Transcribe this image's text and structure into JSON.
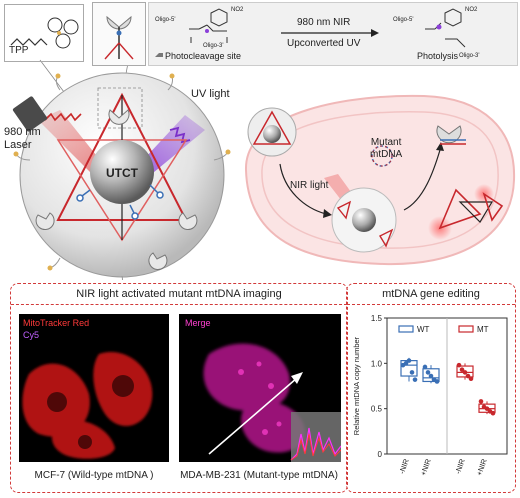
{
  "top": {
    "tpp": "TPP",
    "laser": "980 nm\nLaser",
    "uv_light": "UV light",
    "utct": "UTCT",
    "oligo5": "Oligo-5'",
    "oligo3": "Oligo-3'",
    "no2": "NO2",
    "photocleavage": "Photocleavage site",
    "arrow_top": "980 nm NIR",
    "arrow_bottom": "Upconverted UV",
    "photolysis": "Photolysis"
  },
  "mito": {
    "nir_light": "NIR light",
    "mutant_mtdna": "Mutant\nmtDNA"
  },
  "imaging": {
    "title": "NIR light activated mutant mtDNA imaging",
    "mitotracker": "MitoTracker Red",
    "cy5": "Cy5",
    "merge": "Merge",
    "caption_left": "MCF-7 (Wild-type mtDNA )",
    "caption_right": "MDA-MB-231 (Mutant-type mtDNA)"
  },
  "editing": {
    "title": "mtDNA gene editing"
  },
  "colors": {
    "red": "#c8282d",
    "blue": "#3a6fb5",
    "purple": "#8b3fd9",
    "dashed": "#d23a3a"
  },
  "chart_data": {
    "type": "box",
    "ylabel": "Relative mtDNA copy number",
    "ylim": [
      0,
      1.5
    ],
    "yticks": [
      "0",
      "0.5",
      "1.0",
      "1.5"
    ],
    "categories": [
      "-NIR",
      "+NIR",
      "-NIR",
      "+NIR"
    ],
    "series": [
      {
        "name": "WT",
        "color": "#3a6fb5",
        "groups": [
          {
            "points": [
              0.98,
              1.0,
              1.03,
              0.9,
              0.82
            ],
            "min": 0.8,
            "q1": 0.86,
            "median": 0.98,
            "q3": 1.03,
            "max": 1.06
          },
          {
            "points": [
              0.96,
              0.9,
              0.86,
              0.82,
              0.8
            ],
            "min": 0.78,
            "q1": 0.8,
            "median": 0.84,
            "q3": 0.94,
            "max": 0.98
          }
        ]
      },
      {
        "name": "MT",
        "color": "#c8282d",
        "groups": [
          {
            "points": [
              0.98,
              0.93,
              0.9,
              0.86,
              0.83
            ],
            "min": 0.82,
            "q1": 0.85,
            "median": 0.9,
            "q3": 0.97,
            "max": 1.0
          },
          {
            "points": [
              0.58,
              0.52,
              0.5,
              0.47,
              0.45
            ],
            "min": 0.44,
            "q1": 0.46,
            "median": 0.5,
            "q3": 0.55,
            "max": 0.58
          }
        ]
      }
    ]
  }
}
